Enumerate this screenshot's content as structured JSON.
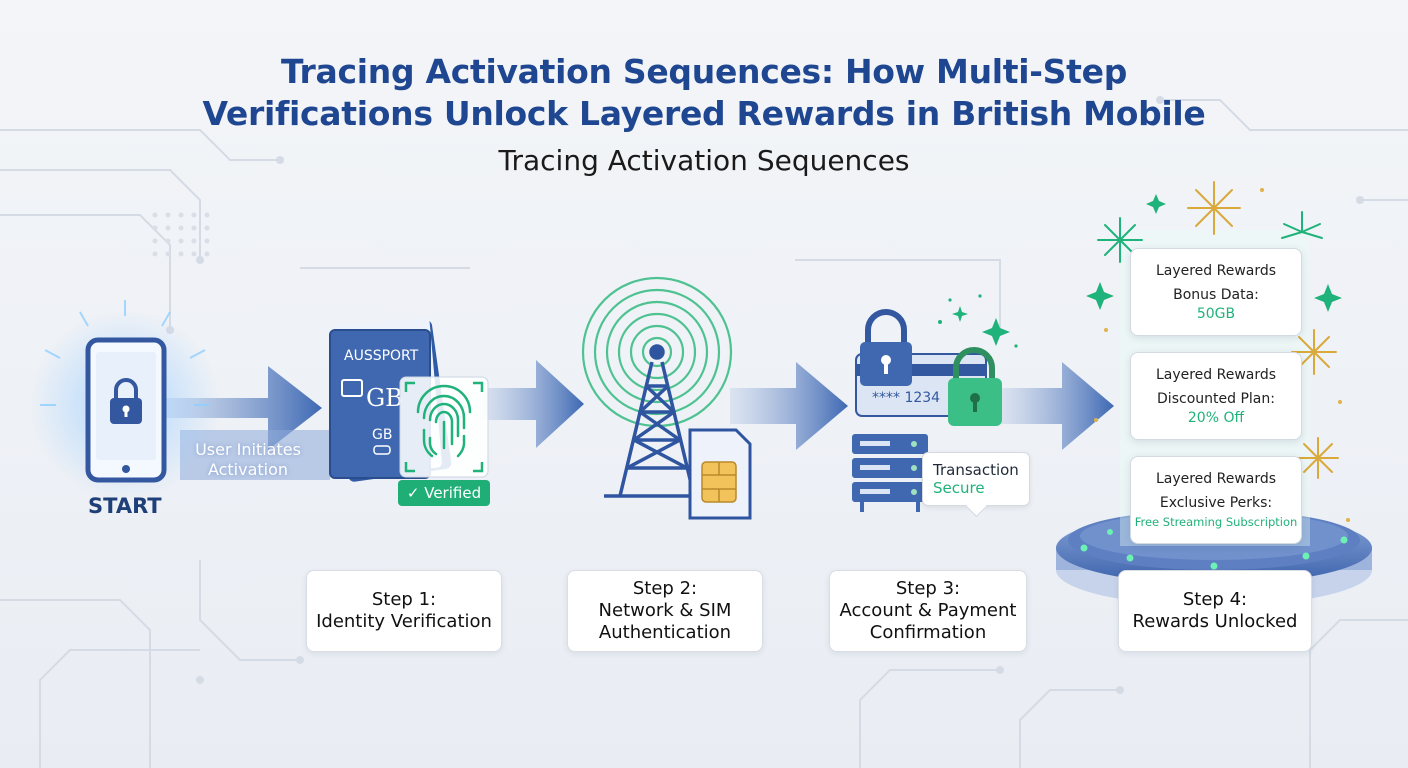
{
  "title": {
    "line1": "Tracing Activation Sequences: How Multi-Step",
    "line2": "Verifications Unlock Layered Rewards in British Mobile"
  },
  "subtitle": "Tracing Activation Sequences",
  "start": {
    "label": "START",
    "arrow_text": "User Initiates Activation",
    "icon": "locked-phone-icon"
  },
  "passport": {
    "cover_text": "AUSSPORT",
    "country": "GB",
    "country_small": "GB",
    "verified_badge": "✓ Verified",
    "icon": "fingerprint-icon"
  },
  "payment": {
    "card_number": "**** 1234",
    "bubble_line1": "Transaction",
    "bubble_line2": "Secure",
    "icon": "padlock-icon"
  },
  "steps": [
    {
      "line1": "Step 1:",
      "line2": "Identity Verification"
    },
    {
      "line1": "Step 2:",
      "line2": "Network & SIM",
      "line3": "Authentication"
    },
    {
      "line1": "Step 3:",
      "line2": "Account & Payment",
      "line3": "Confirmation"
    },
    {
      "line1": "Step 4:",
      "line2": "Rewards Unlocked"
    }
  ],
  "rewards": [
    {
      "title": "Layered Rewards",
      "label": "Bonus Data:",
      "value": "50GB"
    },
    {
      "title": "Layered Rewards",
      "label": "Discounted Plan:",
      "value": "20% Off"
    },
    {
      "title": "Layered Rewards",
      "label": "Exclusive Perks:",
      "value": "Free Streaming Subscription"
    }
  ],
  "colors": {
    "title": "#1f4690",
    "arrow": "#3d68b3",
    "accent_green": "#1fb27a",
    "icon_blue": "#3358a0",
    "gold": "#e0b24a"
  }
}
